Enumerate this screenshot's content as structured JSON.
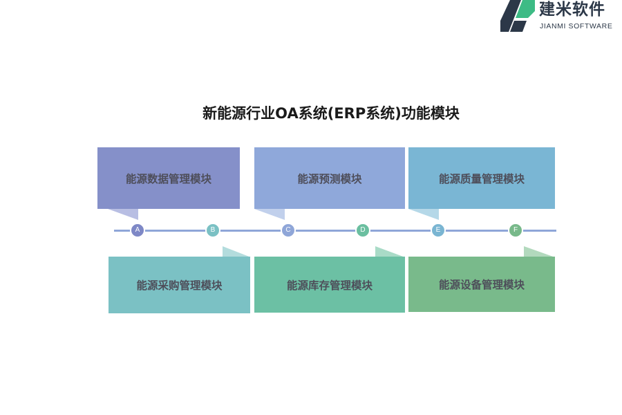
{
  "brand": {
    "name": "建米软件",
    "subtitle": "JIANMI SOFTWARE",
    "colors": {
      "dark": "#2c3848",
      "green": "#3dbb85"
    }
  },
  "title": "新能源行业OA系统(ERP系统)功能模块",
  "timeline": {
    "line_color": "#8fa6d8",
    "markers": [
      {
        "label": "A",
        "color": "#7e88c6"
      },
      {
        "label": "B",
        "color": "#7bc1c4"
      },
      {
        "label": "C",
        "color": "#8fa6d8"
      },
      {
        "label": "D",
        "color": "#6bbfa0"
      },
      {
        "label": "E",
        "color": "#7ab5d2"
      },
      {
        "label": "F",
        "color": "#78b98a"
      }
    ]
  },
  "modules": [
    {
      "marker": "A",
      "label": "能源数据管理模块",
      "color": "#8590c9"
    },
    {
      "marker": "B",
      "label": "能源采购管理模块",
      "color": "#7bc1c4"
    },
    {
      "marker": "C",
      "label": "能源预测模块",
      "color": "#8fa8da"
    },
    {
      "marker": "D",
      "label": "能源库存管理模块",
      "color": "#6cc0a4"
    },
    {
      "marker": "E",
      "label": "能源质量管理模块",
      "color": "#7ab6d4"
    },
    {
      "marker": "F",
      "label": "能源设备管理模块",
      "color": "#79ba8b"
    }
  ]
}
